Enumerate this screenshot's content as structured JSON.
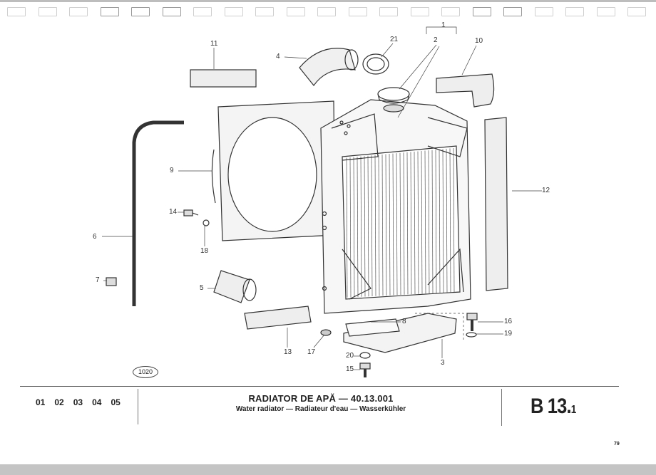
{
  "page": {
    "catalog_ref": "1020",
    "models": [
      "01",
      "02",
      "03",
      "04",
      "05"
    ],
    "title": "RADIATOR DE APĂ — 40.13.001",
    "subtitle": "Water radiator — Radiateur d'eau — Wasserkühler",
    "section_code": "B 13.",
    "section_sub": "1",
    "page_number": "79"
  },
  "callouts": [
    "1",
    "2",
    "21",
    "10",
    "11",
    "4",
    "9",
    "12",
    "14",
    "18",
    "6",
    "7",
    "5",
    "13",
    "17",
    "8",
    "16",
    "19",
    "20",
    "3",
    "15"
  ]
}
